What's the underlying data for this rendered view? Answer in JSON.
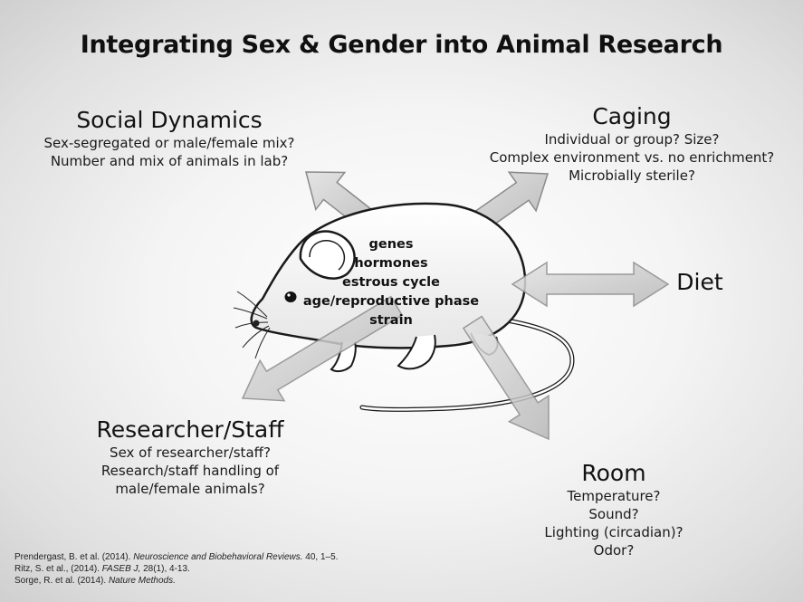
{
  "title": "Integrating Sex & Gender into Animal Research",
  "center": {
    "traits": [
      "genes",
      "hormones",
      "estrous cycle",
      "age/reproductive phase",
      "strain"
    ]
  },
  "social": {
    "heading": "Social Dynamics",
    "lines": [
      "Sex-segregated or male/female mix?",
      "Number and mix of animals in lab?"
    ]
  },
  "caging": {
    "heading": "Caging",
    "lines": [
      "Individual or group? Size?",
      "Complex environment vs. no enrichment?",
      "Microbially sterile?"
    ]
  },
  "diet": {
    "heading": "Diet"
  },
  "researcher": {
    "heading": "Researcher/Staff",
    "lines": [
      "Sex of researcher/staff?",
      "Research/staff handling of",
      "male/female animals?"
    ]
  },
  "room": {
    "heading": "Room",
    "lines": [
      "Temperature?",
      "Sound?",
      "Lighting (circadian)?",
      "Odor?"
    ]
  },
  "references": [
    {
      "authors": "Prendergast, B. et al. (2014). ",
      "journal": "Neuroscience and Biobehavioral Reviews.",
      "details": " 40, 1–5."
    },
    {
      "authors": "Ritz, S. et al., (2014). ",
      "journal": "FASEB J,",
      "details": " 28(1), 4-13."
    },
    {
      "authors": "Sorge, R. et al. (2014). ",
      "journal": "Nature Methods.",
      "details": ""
    }
  ],
  "colors": {
    "arrow_fill": "#c8c8c8",
    "arrow_stroke": "#8a8a8a",
    "mouse_fill": "#ffffff",
    "mouse_stroke": "#1a1a1a"
  },
  "icons": [
    "mouse-illustration",
    "arrow-social",
    "arrow-caging",
    "arrow-diet",
    "arrow-researcher",
    "arrow-room"
  ]
}
